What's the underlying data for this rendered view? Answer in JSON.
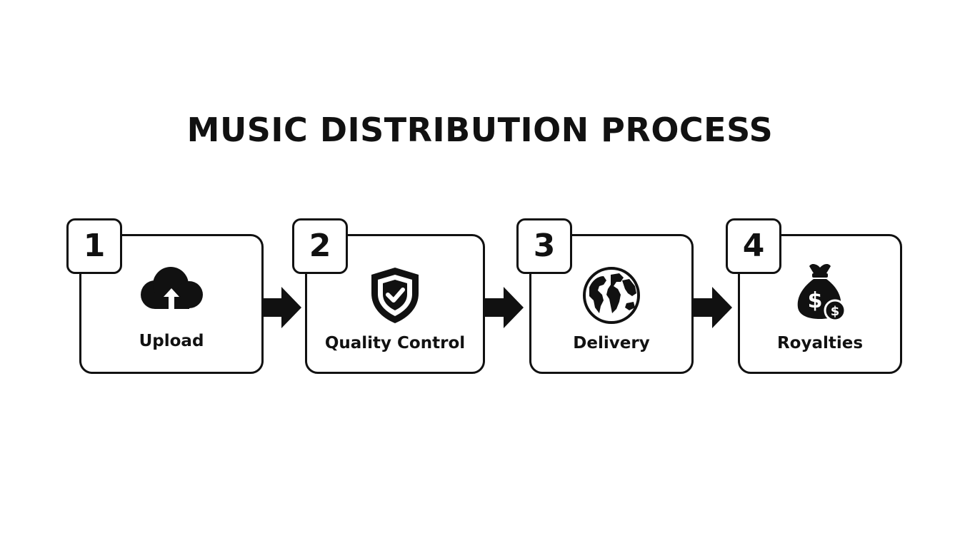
{
  "title": "MUSIC DISTRIBUTION PROCESS",
  "steps": [
    {
      "number": "1",
      "label": "Upload",
      "icon": "cloud-upload-icon"
    },
    {
      "number": "2",
      "label": "Quality Control",
      "icon": "shield-check-icon"
    },
    {
      "number": "3",
      "label": "Delivery",
      "icon": "globe-icon"
    },
    {
      "number": "4",
      "label": "Royalties",
      "icon": "money-bag-icon"
    }
  ],
  "colors": {
    "ink": "#111111",
    "background": "#ffffff"
  }
}
